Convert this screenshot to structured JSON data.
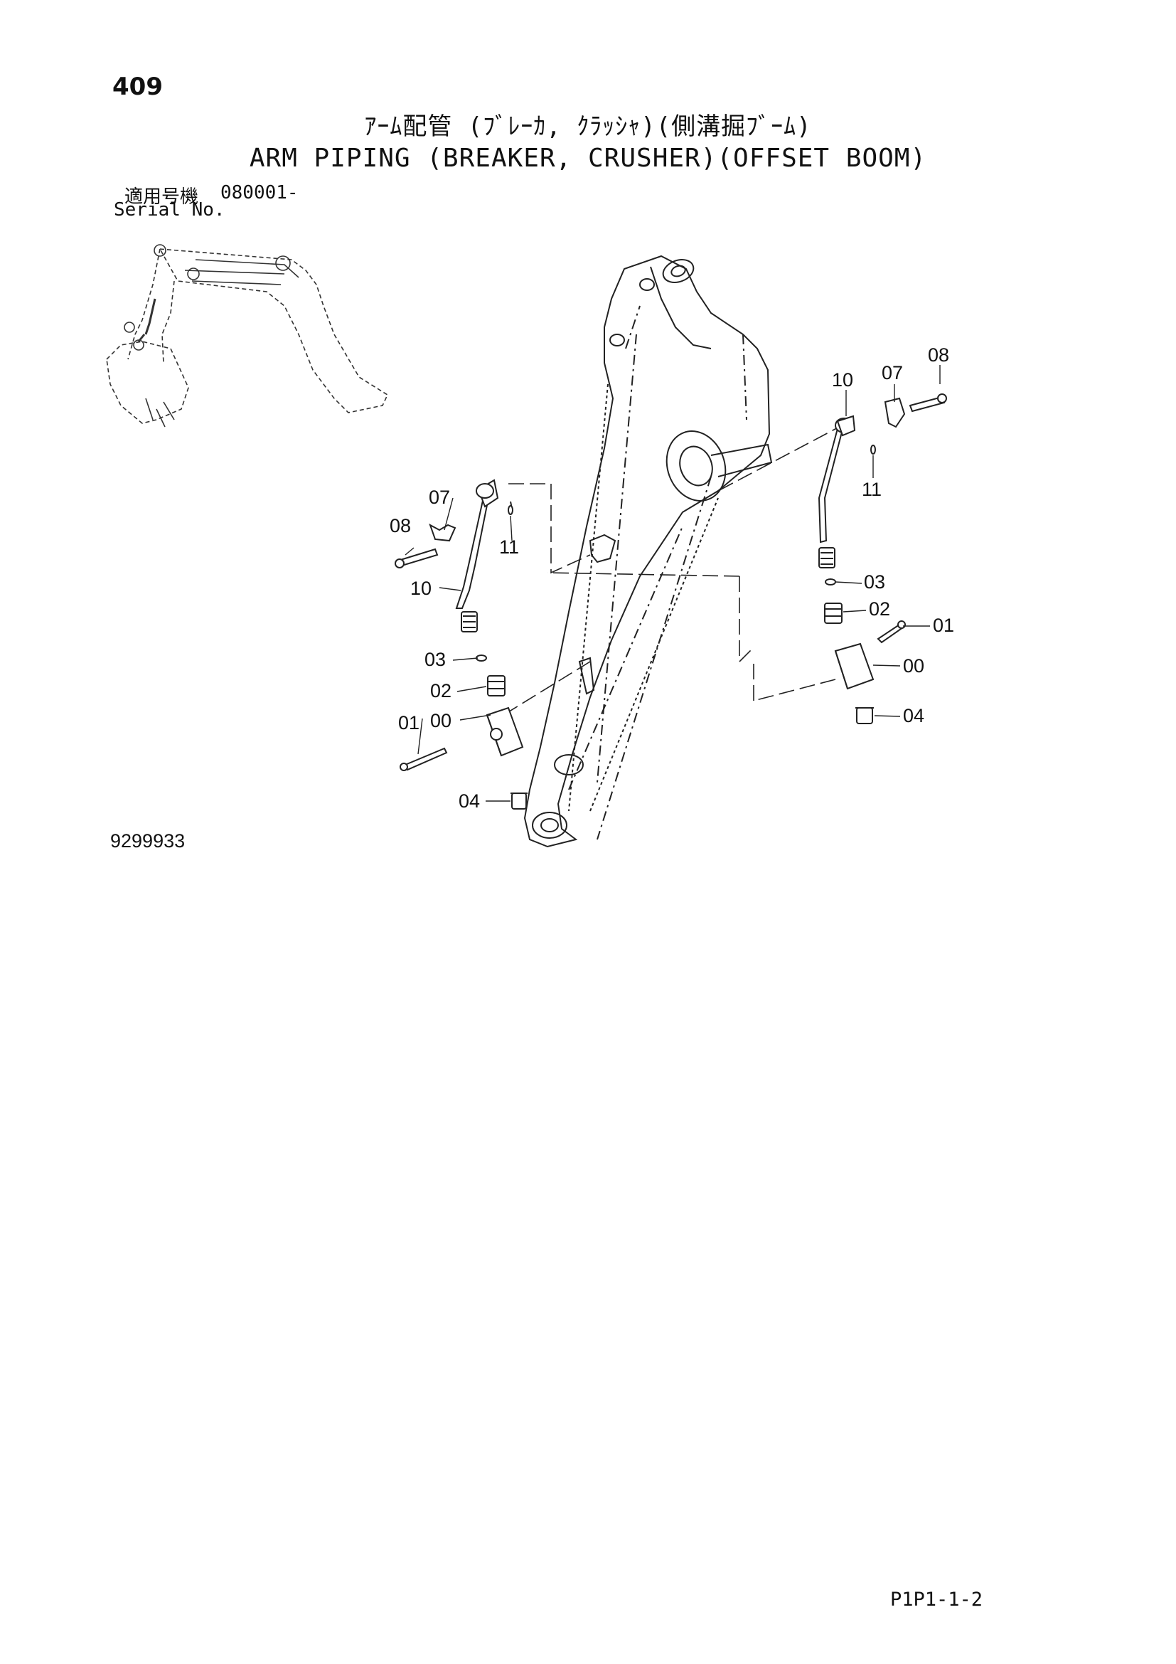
{
  "header": {
    "page_number": "409",
    "title_jp": "ｱｰﾑ配管 (ﾌﾞﾚｰｶ, ｸﾗｯｼｬ)(側溝掘ﾌﾞｰﾑ)",
    "title_en": "ARM PIPING (BREAKER, CRUSHER)(OFFSET BOOM)",
    "serial_label_jp": "適用号機",
    "serial_value": "080001-",
    "serial_label_en": "Serial No."
  },
  "footer": {
    "document_number": "9299933",
    "page_code": "P1P1-1-2"
  },
  "callouts": {
    "left": {
      "c07": "07",
      "c08": "08",
      "c11": "11",
      "c10": "10",
      "c03": "03",
      "c02": "02",
      "c01": "01",
      "c00": "00",
      "c04": "04"
    },
    "right": {
      "c10": "10",
      "c07": "07",
      "c08": "08",
      "c11": "11",
      "c03": "03",
      "c02": "02",
      "c01": "01",
      "c00": "00",
      "c04": "04"
    }
  }
}
